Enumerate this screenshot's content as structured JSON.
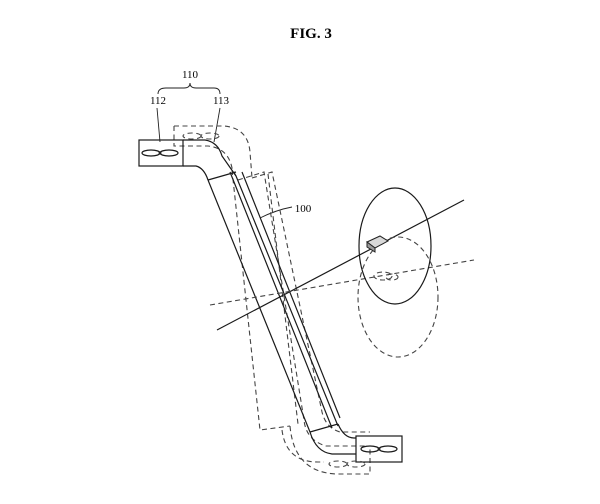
{
  "figure": {
    "title": "FIG. 3",
    "labels": {
      "assembly": "110",
      "left_part": "112",
      "right_part": "113",
      "body": "100"
    }
  }
}
